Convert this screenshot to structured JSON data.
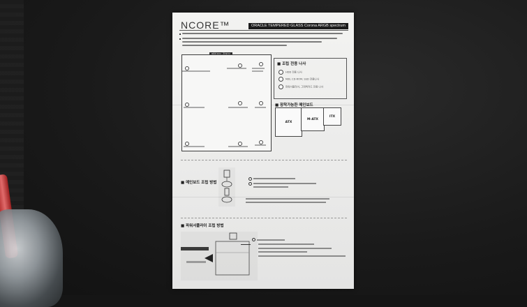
{
  "scene": {
    "description_tag": "manual-sheet-on-desk"
  },
  "manual": {
    "logo": "NCORE™",
    "product_banner": "ORACLE TEMPERED GLASS Corona ARGB spectrum",
    "sections": {
      "board_title": "메인보드 장착부",
      "screws_title": "■ 조립 전용 나사",
      "compatible_title": "■ 장착가능한 메인보드",
      "mainboard_title": "■ 메인보드 조립 방법",
      "psu_title": "■ 파워서플라이 조립 방법"
    },
    "screws": [
      {
        "icon": "hdd-screw-icon",
        "label": "HDD 전용 나사"
      },
      {
        "icon": "mb-screw-icon",
        "label": "M/B, CD-ROM, SSD 전용나사"
      },
      {
        "icon": "psu-screw-icon",
        "label": "파워서플라이, 그래픽카드 전용 나사"
      }
    ],
    "form_factors": [
      "ATX",
      "M-ATX",
      "ITX"
    ]
  }
}
